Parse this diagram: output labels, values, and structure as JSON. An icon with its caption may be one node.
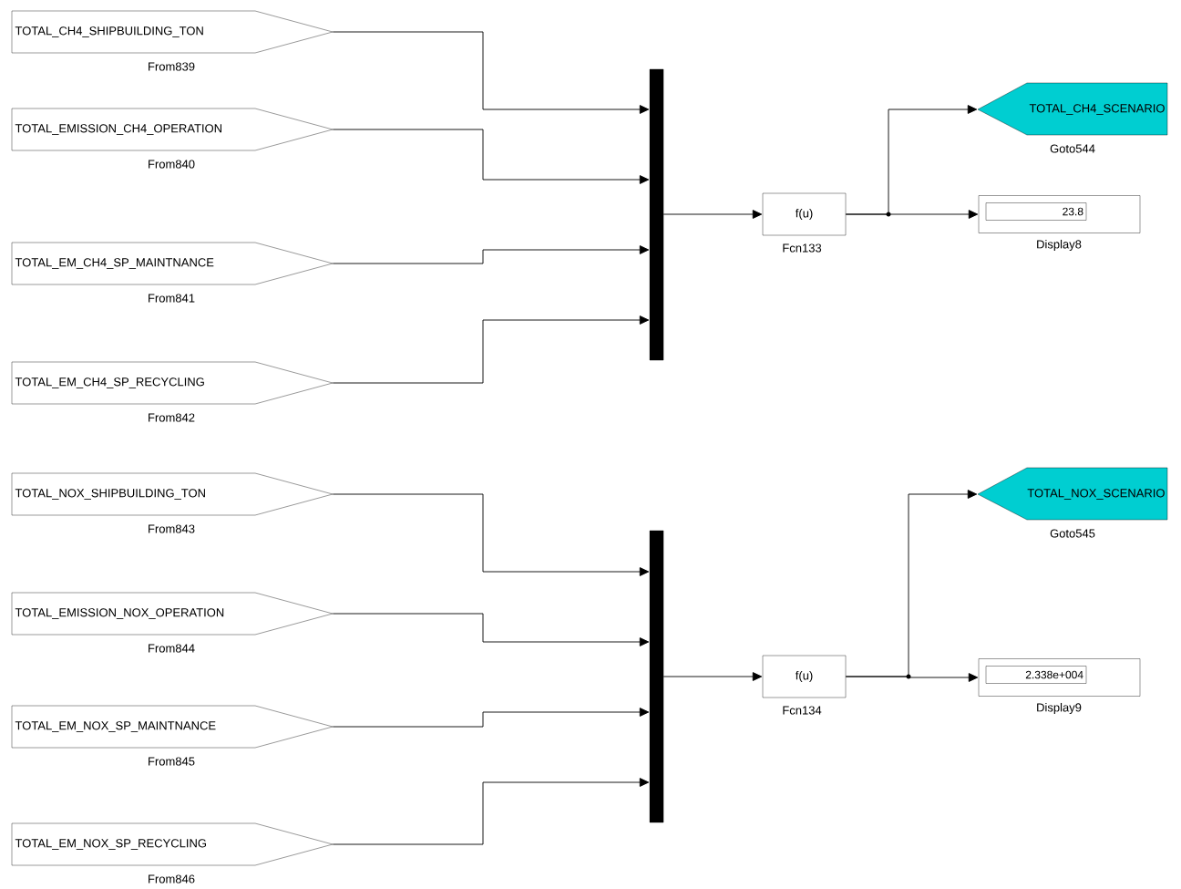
{
  "diagram": {
    "nodes": [
      {
        "text": [
          "TOTAL_CH4_SHIPBUILDING_TON"
        ],
        "beside": [
          "From839"
        ]
      },
      {
        "text": [
          "TOTAL_EMISSION_CH4_OPERATION"
        ],
        "beside": [
          "From840"
        ]
      },
      {
        "text": [
          "TOTAL_EM_CH4_SP_MAINTNANCE"
        ],
        "beside": [
          "From841"
        ]
      },
      {
        "text": [
          "TOTAL_EM_CH4_SP_RECYCLING"
        ],
        "beside": [
          "From842"
        ]
      },
      {
        "text": [],
        "shape": "bar"
      },
      {
        "text": [
          "f(u)"
        ],
        "beside": [
          "Fcn133"
        ]
      },
      {
        "text": [
          "TOTAL_CH4_SCENARIO"
        ],
        "beside": [
          "Goto544"
        ]
      },
      {
        "text": [
          "23.8"
        ],
        "beside": [
          "Display8"
        ]
      },
      {
        "text": [
          "TOTAL_NOX_SHIPBUILDING_TON"
        ],
        "beside": [
          "From843"
        ]
      },
      {
        "text": [
          "TOTAL_EMISSION_NOX_OPERATION"
        ],
        "beside": [
          "From844"
        ]
      },
      {
        "text": [
          "TOTAL_EM_NOX_SP_MAINTNANCE"
        ],
        "beside": [
          "From845"
        ]
      },
      {
        "text": [
          "TOTAL_EM_NOX_SP_RECYCLING"
        ],
        "beside": [
          "From846"
        ]
      },
      {
        "text": [],
        "shape": "bar"
      },
      {
        "text": [
          "f(u)"
        ],
        "beside": [
          "Fcn134"
        ]
      },
      {
        "text": [
          "TOTAL_NOX_SCENARIO"
        ],
        "beside": [
          "Goto545"
        ]
      },
      {
        "text": [
          "2.338e+004"
        ],
        "beside": [
          "Display9"
        ]
      }
    ],
    "edges": [
      {
        "from": 0,
        "to": 4,
        "arrow": "to"
      },
      {
        "from": 1,
        "to": 4,
        "arrow": "to"
      },
      {
        "from": 2,
        "to": 4,
        "arrow": "to"
      },
      {
        "from": 3,
        "to": 4,
        "arrow": "to"
      },
      {
        "from": 4,
        "to": 5,
        "arrow": "to"
      },
      {
        "from": 5,
        "to": 6,
        "arrow": "to"
      },
      {
        "from": 5,
        "to": 7,
        "arrow": "to"
      },
      {
        "from": 8,
        "to": 12,
        "arrow": "to"
      },
      {
        "from": 9,
        "to": 12,
        "arrow": "to"
      },
      {
        "from": 10,
        "to": 12,
        "arrow": "to"
      },
      {
        "from": 11,
        "to": 12,
        "arrow": "to"
      },
      {
        "from": 12,
        "to": 13,
        "arrow": "to"
      },
      {
        "from": 13,
        "to": 14,
        "arrow": "to"
      },
      {
        "from": 13,
        "to": 15,
        "arrow": "to"
      }
    ]
  }
}
